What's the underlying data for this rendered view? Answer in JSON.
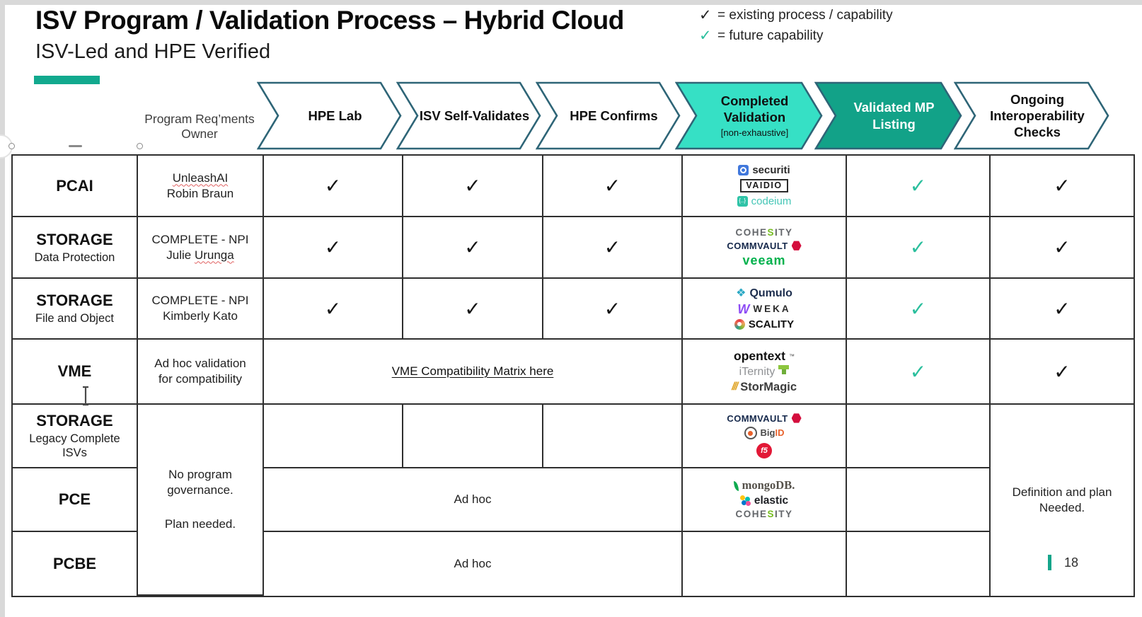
{
  "slide": {
    "title": "ISV Program / Validation Process – Hybrid Cloud",
    "subtitle": "ISV-Led and HPE Verified",
    "page_number": "18"
  },
  "legend": {
    "check": "✓",
    "existing": "= existing process / capability",
    "future": "= future capability"
  },
  "header": {
    "owner_line1": "Program Req’ments",
    "owner_line2": "Owner"
  },
  "steps": [
    {
      "label": "HPE Lab"
    },
    {
      "label": "ISV Self-Validates"
    },
    {
      "label": "HPE Confirms"
    },
    {
      "label": "Completed Validation",
      "sublabel": "[non-exhaustive]"
    },
    {
      "label": "Validated MP Listing"
    },
    {
      "label": "Ongoing Interoperability Checks"
    }
  ],
  "marks": {
    "check": "✓"
  },
  "rows": {
    "pcai": {
      "category": "PCAI",
      "owner1": "UnleashAI",
      "owner2": "Robin Braun"
    },
    "storage_dp": {
      "category": "STORAGE",
      "subcategory": "Data Protection",
      "owner1": "COMPLETE - NPI",
      "owner2a": "Julie ",
      "owner2b": "Urunga"
    },
    "storage_fo": {
      "category": "STORAGE",
      "subcategory": "File and Object",
      "owner1": "COMPLETE - NPI",
      "owner2": "Kimberly Kato"
    },
    "vme": {
      "category": "VME",
      "owner1": "Ad hoc validation",
      "owner2": "for compatibility",
      "link": "VME Compatibility Matrix here"
    },
    "storage_legacy": {
      "category": "STORAGE",
      "subcategory": "Legacy Complete ISVs"
    },
    "pce": {
      "category": "PCE",
      "adhoc": "Ad hoc"
    },
    "pcbe": {
      "category": "PCBE",
      "adhoc": "Ad hoc"
    },
    "no_governance1": "No program governance.",
    "no_governance2": "Plan needed.",
    "definition1": "Definition and plan",
    "definition2": "Needed."
  },
  "vendors": {
    "securiti": {
      "name": "securiti"
    },
    "vaidio": {
      "name": "VAIDIO"
    },
    "codeium": {
      "name": "codeium",
      "icon_text": "{..}"
    },
    "cohesity": {
      "pre": "COHE",
      "s": "S",
      "post": "ITY"
    },
    "commvault": {
      "name": "COMMVAULT"
    },
    "veeam": {
      "name": "veeam"
    },
    "qumulo": {
      "name": "Qumulo",
      "icon_glyph": "❖"
    },
    "weka": {
      "w": "W",
      "name": "WEKA"
    },
    "scality": {
      "name": "SCALITY"
    },
    "opentext": {
      "name": "opentext",
      "tm": "™"
    },
    "iternity": {
      "name": "iTernity"
    },
    "stormagic": {
      "slashes": "///",
      "name": "StorMagic"
    },
    "bigid": {
      "big": "Big",
      "id": "ID"
    },
    "f5": {
      "name": "f5"
    },
    "mongodb": {
      "name": "mongoDB."
    },
    "elastic": {
      "name": "elastic"
    }
  },
  "colors": {
    "chevron_completed_fill": "#36e0c5",
    "chevron_validated_fill": "#12a288",
    "chevron_border": "#2e6577",
    "future_check_green": "#2bbf9d",
    "accent_bar": "#12a98e",
    "page_marker": "#14a58a"
  }
}
